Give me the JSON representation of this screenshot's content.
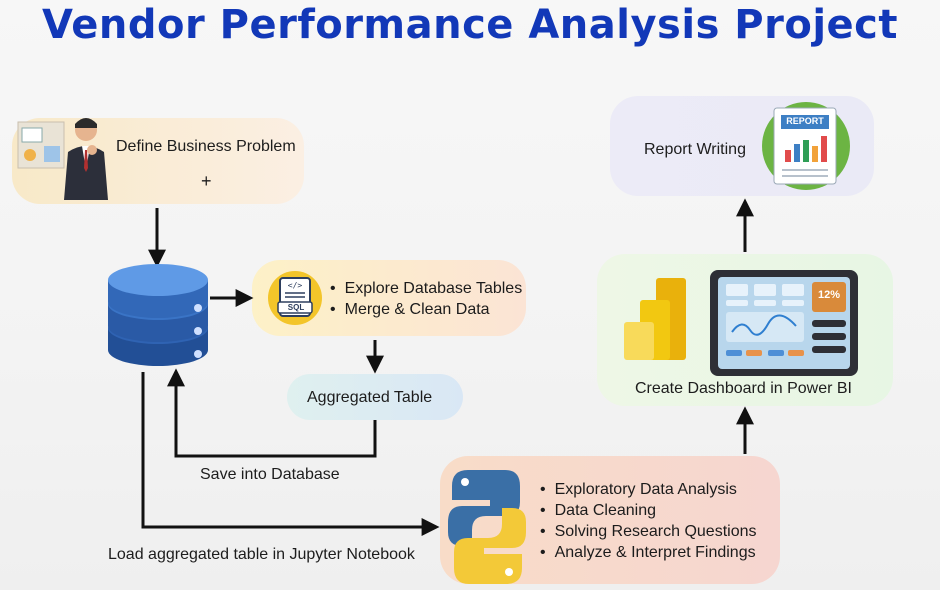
{
  "title": "Vendor Performance Analysis Project",
  "steps": {
    "define": "Define Business Problem",
    "define_mark": "+",
    "explore": [
      "Explore Database Tables",
      "Merge & Clean Data"
    ],
    "sql_badge": "SQL",
    "aggregated": "Aggregated Table",
    "save": "Save into Database",
    "load": "Load aggregated table in Jupyter Notebook",
    "python": [
      "Exploratory Data Analysis",
      "Data Cleaning",
      "Solving Research Questions",
      "Analyze & Interpret Findings"
    ],
    "dashboard": "Create Dashboard in Power BI",
    "dashboard_kpi": "12%",
    "report": "Report Writing",
    "report_badge": "REPORT"
  },
  "icons": {
    "presenter": "businessman-presenter-icon",
    "database": "database-icon",
    "sql": "sql-file-icon",
    "python": "python-logo-icon",
    "powerbi": "power-bi-logo-icon",
    "dashboard": "dashboard-monitor-icon",
    "report": "report-chart-icon"
  },
  "colors": {
    "title": "#1238b8",
    "database": "#2f63b3",
    "arrow": "#111111"
  }
}
